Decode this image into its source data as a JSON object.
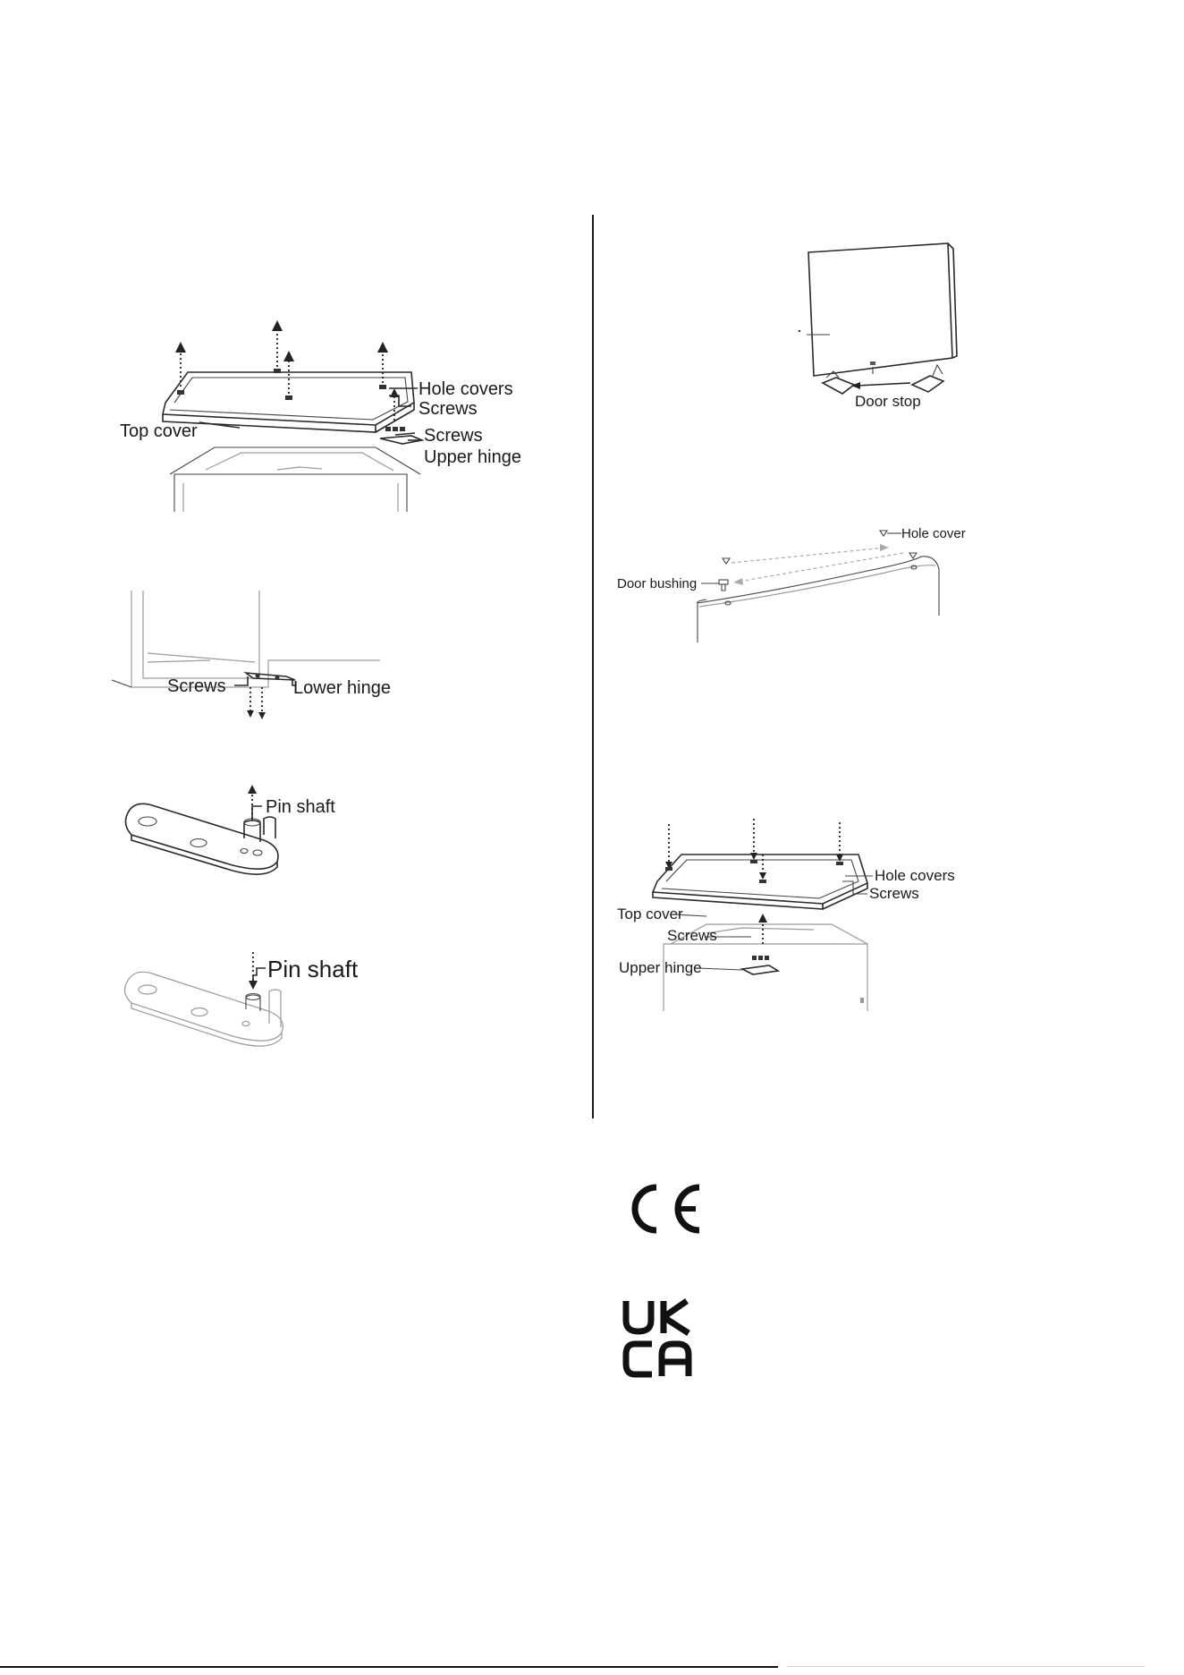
{
  "figures": {
    "top_cover_removal": {
      "hole_covers": "Hole covers",
      "screws_upper": "Screws",
      "top_cover": "Top cover",
      "screws_lower": "Screws",
      "upper_hinge": "Upper hinge"
    },
    "lower_hinge_removal": {
      "screws": "Screws",
      "lower_hinge": "Lower hinge"
    },
    "pin_shaft_remove": {
      "pin_shaft": "Pin shaft"
    },
    "pin_shaft_insert": {
      "pin_shaft": "Pin shaft"
    },
    "door_stop_transfer": {
      "door_stop": "Door stop"
    },
    "door_bushing_swap": {
      "hole_cover": "Hole cover",
      "door_bushing": "Door bushing"
    },
    "top_cover_refit": {
      "hole_covers": "Hole covers",
      "screws_upper": "Screws",
      "top_cover": "Top cover",
      "screws_lower": "Screws",
      "upper_hinge": "Upper hinge"
    }
  },
  "marks": {
    "ce": "CE",
    "ukca_top": "UK",
    "ukca_bottom": "CA"
  }
}
